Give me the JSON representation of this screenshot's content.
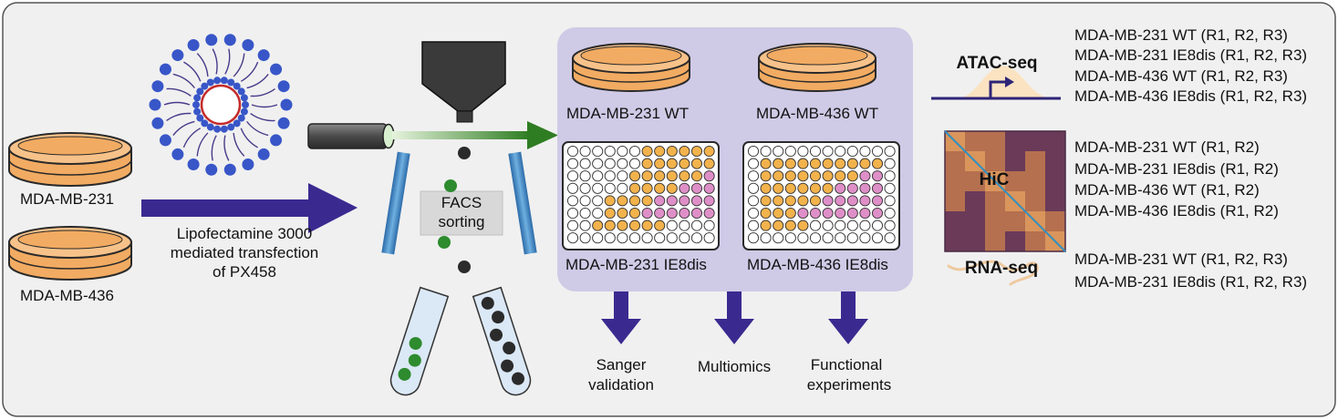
{
  "colors": {
    "panel_border": "#555555",
    "panel_bg": "#f0f0f0",
    "dish_fill": "#f2ab62",
    "dish_rim": "#f7c28a",
    "dish_stroke": "#2a2a2a",
    "big_arrow": "#3a2a90",
    "well_orange": "#f2b24c",
    "well_pink": "#df8fc8",
    "well_empty": "#ffffff",
    "wells_box": "#cfcae6",
    "green_dot": "#2e8b2e",
    "black_dot": "#2b2b2b",
    "liposome_head": "#3856c8",
    "liposome_ring": "#c42a2a",
    "laser_beam": "#3c8a2c",
    "deflector": "#4a8cc8",
    "tube_fill": "#dbe8f6",
    "atac_peak": "#fbe3c1",
    "atac_line": "#2e2478",
    "hic_dark": "#6a3a58",
    "hic_mid": "#b5704f",
    "hic_light": "#d9955c",
    "hic_diag": "#2f8fc0",
    "rna_wave": "#efc9a0"
  },
  "inputs": {
    "dish1_label": "MDA-MB-231",
    "dish2_label": "MDA-MB-436"
  },
  "transfection": {
    "line1": "Lipofectamine 3000",
    "line2": "mediated transfection",
    "line3": "of PX458"
  },
  "facs": {
    "line1": "FACS",
    "line2": "sorting"
  },
  "clones": {
    "wt1": "MDA-MB-231 WT",
    "wt2": "MDA-MB-436 WT",
    "ko1": "MDA-MB-231 IE8dis",
    "ko2": "MDA-MB-436 IE8dis"
  },
  "outputs": {
    "sanger_line1": "Sanger",
    "sanger_line2": "validation",
    "multiomics": "Multiomics",
    "functional_line1": "Functional",
    "functional_line2": "experiments"
  },
  "assays": {
    "atac": {
      "title": "ATAC-seq",
      "samples": [
        "MDA-MB-231 WT (R1, R2, R3)",
        "MDA-MB-231 IE8dis (R1, R2, R3)",
        "MDA-MB-436 WT (R1, R2, R3)",
        "MDA-MB-436 IE8dis (R1, R2, R3)"
      ]
    },
    "hic": {
      "title": "HiC",
      "samples": [
        "MDA-MB-231 WT (R1, R2)",
        "MDA-MB-231 IE8dis (R1, R2)",
        "MDA-MB-436 WT (R1, R2)",
        "MDA-MB-436 IE8dis (R1, R2)"
      ]
    },
    "rna": {
      "title": "RNA-seq",
      "samples": [
        "MDA-MB-231 WT (R1, R2, R3)",
        "MDA-MB-231 IE8dis (R1, R2, R3)"
      ]
    }
  }
}
